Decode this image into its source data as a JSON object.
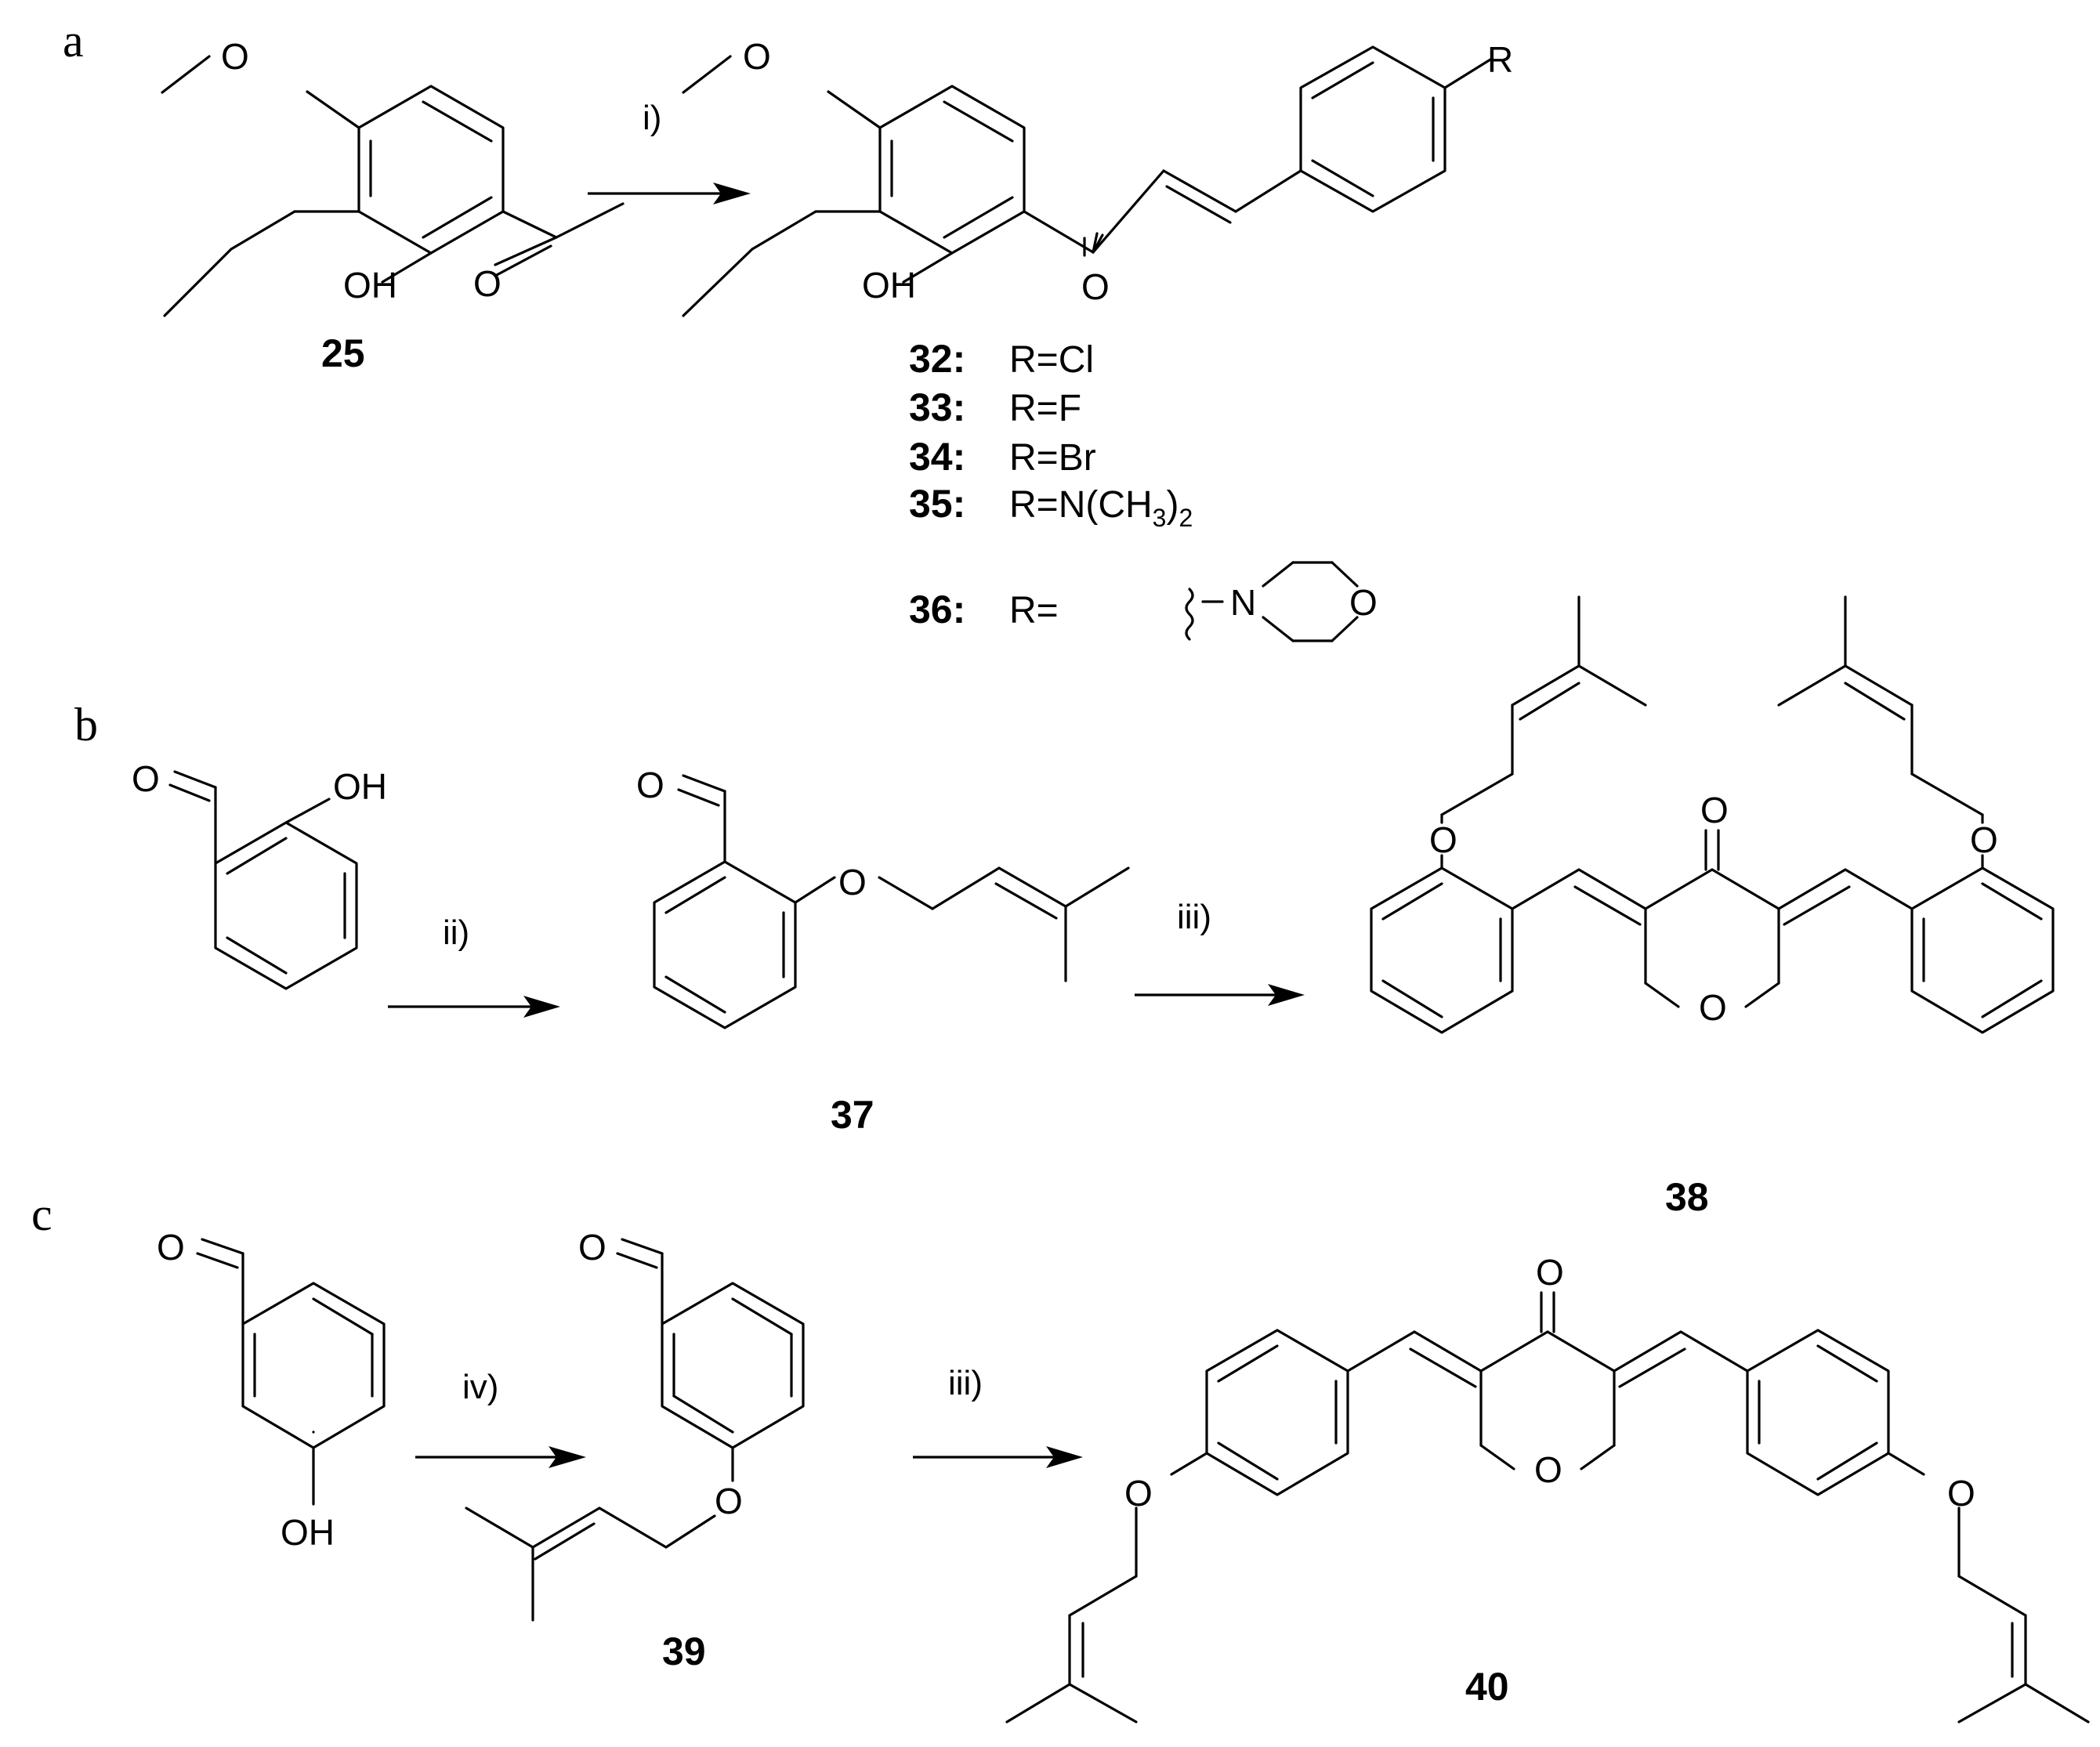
{
  "panels": {
    "a": "a",
    "b": "b",
    "c": "c"
  },
  "conditions": {
    "i": "i)",
    "ii": "ii)",
    "iii": "iii)",
    "iv": "iv)"
  },
  "atoms": {
    "O": "O",
    "OH": "OH",
    "R": "R",
    "N": "N"
  },
  "compounds": {
    "c25": "25",
    "c37": "37",
    "c38": "38",
    "c39": "39",
    "c40": "40"
  },
  "variants": [
    {
      "num": "32:",
      "r": "R=Cl"
    },
    {
      "num": "33:",
      "r": "R=F"
    },
    {
      "num": "34:",
      "r": "R=Br"
    },
    {
      "num": "35:",
      "r": "R=N(CH",
      "sub1": "3",
      "paren": ")",
      "sub2": "2"
    },
    {
      "num": "36:",
      "r": "R="
    }
  ]
}
